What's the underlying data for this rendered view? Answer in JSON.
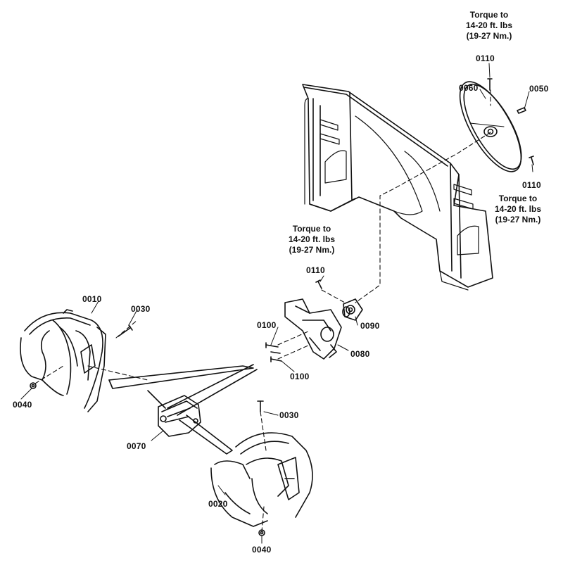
{
  "parts": [
    {
      "id": "p0010",
      "number": "0010"
    },
    {
      "id": "p0020",
      "number": "0020"
    },
    {
      "id": "p0030a",
      "number": "0030"
    },
    {
      "id": "p0030b",
      "number": "0030"
    },
    {
      "id": "p0040a",
      "number": "0040"
    },
    {
      "id": "p0040b",
      "number": "0040"
    },
    {
      "id": "p0050",
      "number": "0050"
    },
    {
      "id": "p0060",
      "number": "0060"
    },
    {
      "id": "p0070",
      "number": "0070"
    },
    {
      "id": "p0080",
      "number": "0080"
    },
    {
      "id": "p0090",
      "number": "0090"
    },
    {
      "id": "p0100a",
      "number": "0100"
    },
    {
      "id": "p0100b",
      "number": "0100"
    },
    {
      "id": "p0110a",
      "number": "0110"
    },
    {
      "id": "p0110b",
      "number": "0110"
    },
    {
      "id": "p0110c",
      "number": "0110"
    }
  ],
  "torque_notes": [
    {
      "line1": "Torque to",
      "line2": "14-20 ft. lbs",
      "line3": "(19-27 Nm.)"
    },
    {
      "line1": "Torque to",
      "line2": "14-20 ft. lbs",
      "line3": "(19-27 Nm.)"
    },
    {
      "line1": "Torque to",
      "line2": "14-20 ft. lbs",
      "line3": "(19-27 Nm.)"
    }
  ]
}
